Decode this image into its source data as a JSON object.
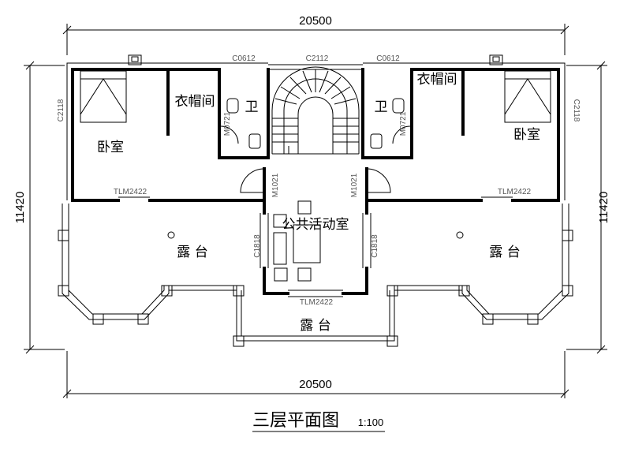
{
  "dimensions": {
    "top": "20500",
    "bottom": "20500",
    "left": "11420",
    "right": "11420"
  },
  "rooms": {
    "bedroom_left": "卧室",
    "bedroom_right": "卧室",
    "closet_left": "衣帽间",
    "closet_right": "衣帽间",
    "bath_left": "卫",
    "bath_right": "卫",
    "public_room": "公共活动室",
    "terrace_left": "露 台",
    "terrace_right": "露 台",
    "terrace_bottom": "露 台"
  },
  "codes": {
    "window_bath_left": "C0612",
    "window_stair": "C2112",
    "window_bath_right": "C0612",
    "window_bedroom_left": "C2118",
    "window_bedroom_right": "C2118",
    "door_bath_left": "M0721",
    "door_bath_right": "M0721",
    "door_public_left": "M1021",
    "door_public_right": "M1021",
    "sliding_left": "TLM2422",
    "sliding_right": "TLM2422",
    "sliding_bottom": "TLM2422",
    "window_public_left": "C1818",
    "window_public_right": "C1818"
  },
  "title": {
    "main": "三层平面图",
    "scale": "1:100"
  }
}
